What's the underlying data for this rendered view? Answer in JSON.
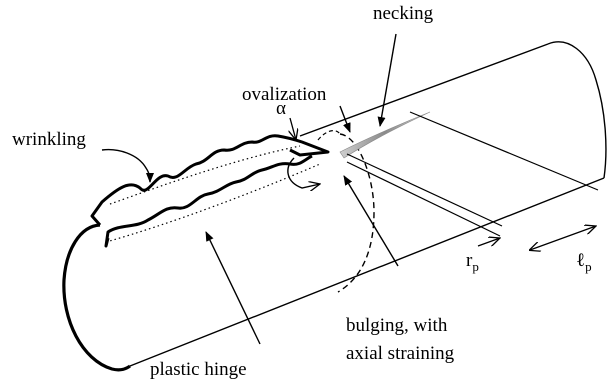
{
  "labels": {
    "necking": "necking",
    "ovalization": "ovalization",
    "wrinkling": "wrinkling",
    "alpha": "α",
    "l_main": "ℓ",
    "l_sub": "p",
    "r_main": "r",
    "r_sub": "p",
    "bulging_line1": "bulging, with",
    "bulging_line2": "axial straining",
    "plastic_hinge": "plastic hinge"
  }
}
